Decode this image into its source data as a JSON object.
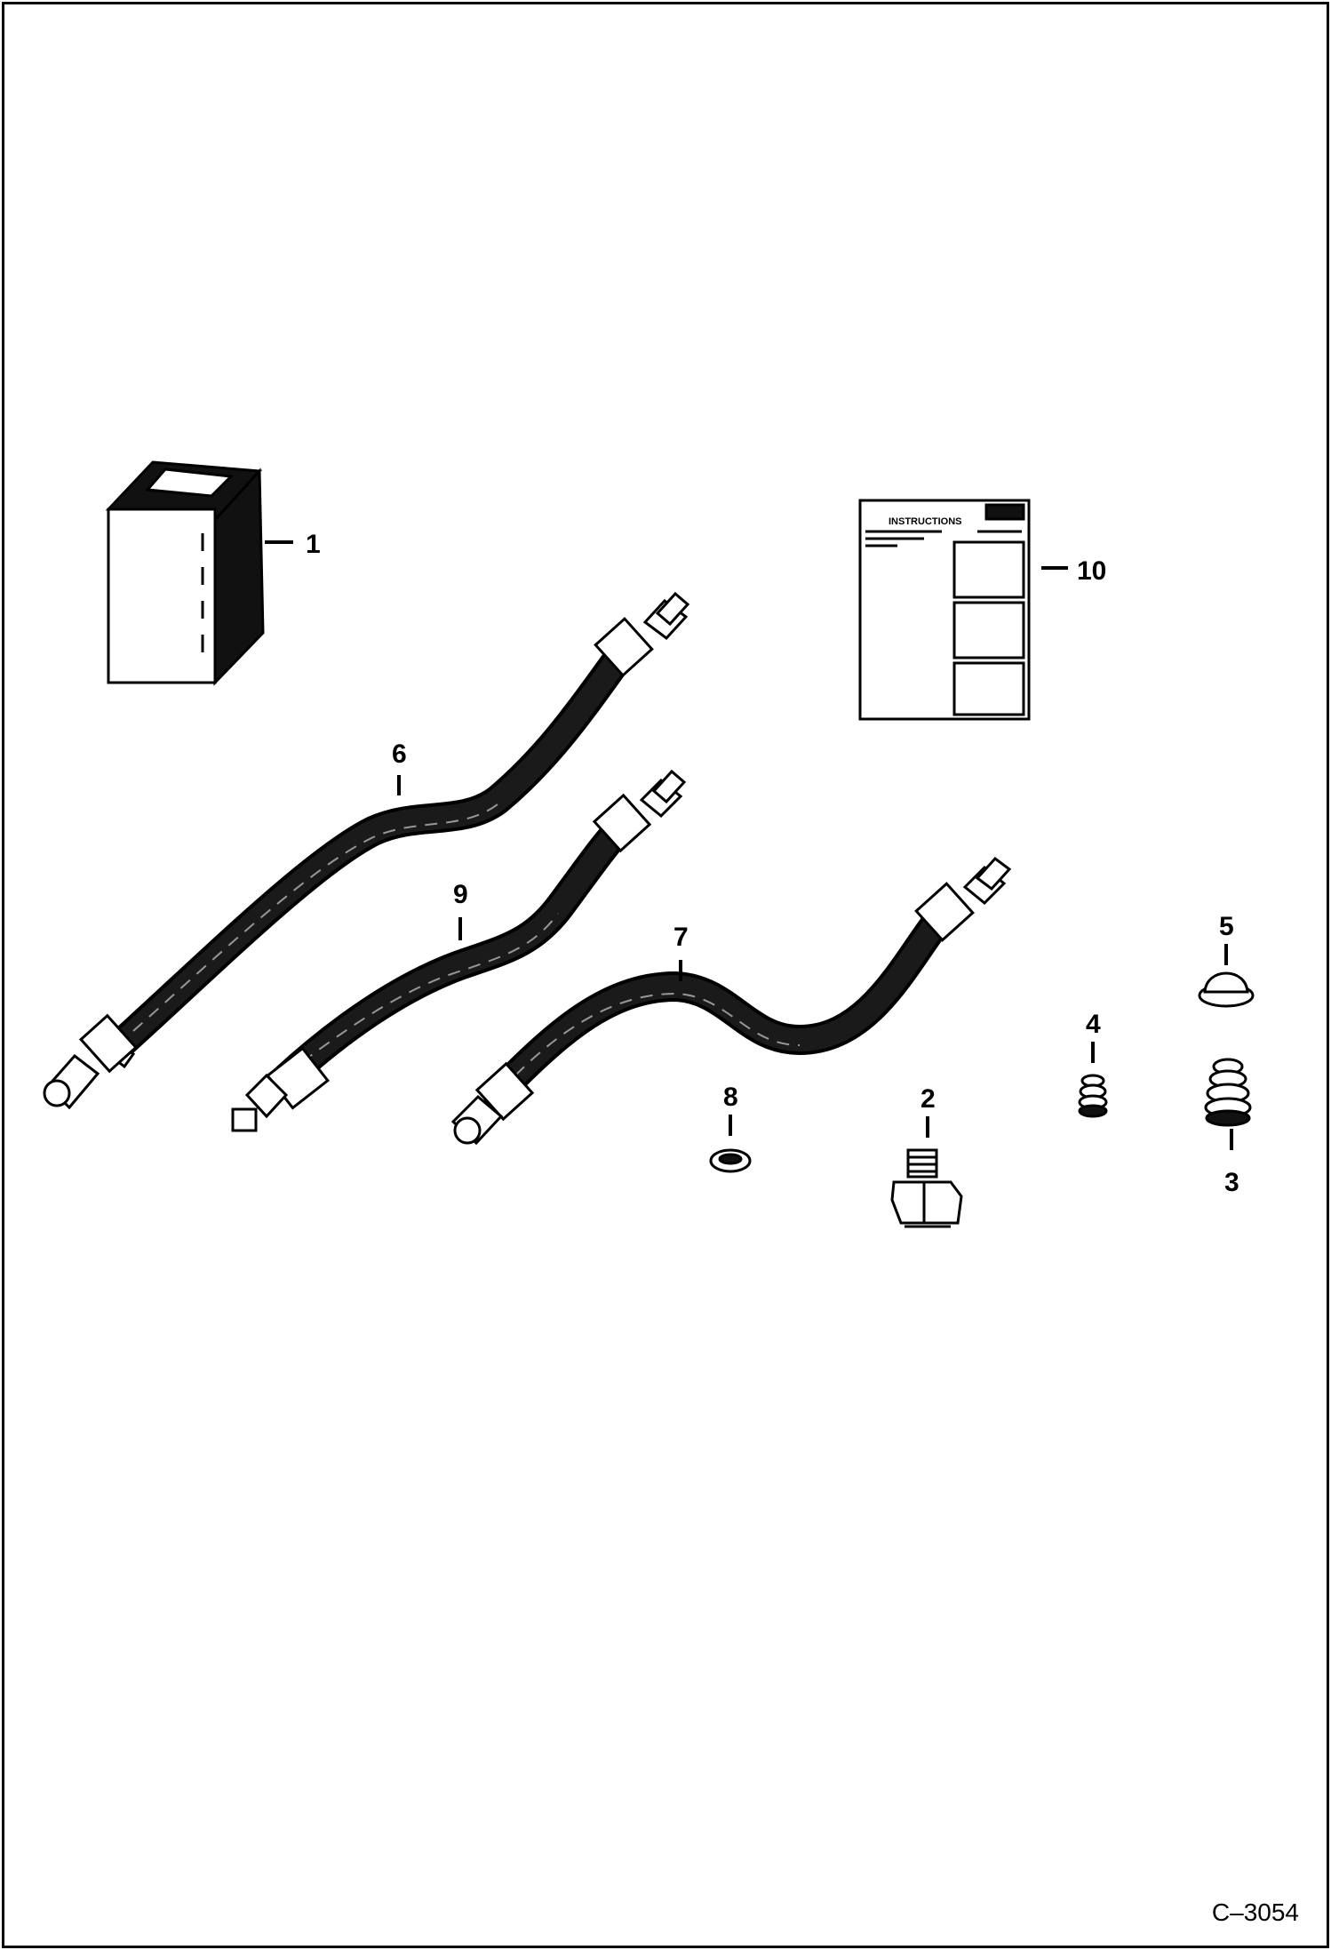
{
  "figure_code": "C–3054",
  "callouts": {
    "c1": "1",
    "c2": "2",
    "c3": "3",
    "c4": "4",
    "c5": "5",
    "c6": "6",
    "c7": "7",
    "c8": "8",
    "c9": "9",
    "c10": "10"
  },
  "instruction_sheet": {
    "heading": "INSTRUCTIONS"
  }
}
